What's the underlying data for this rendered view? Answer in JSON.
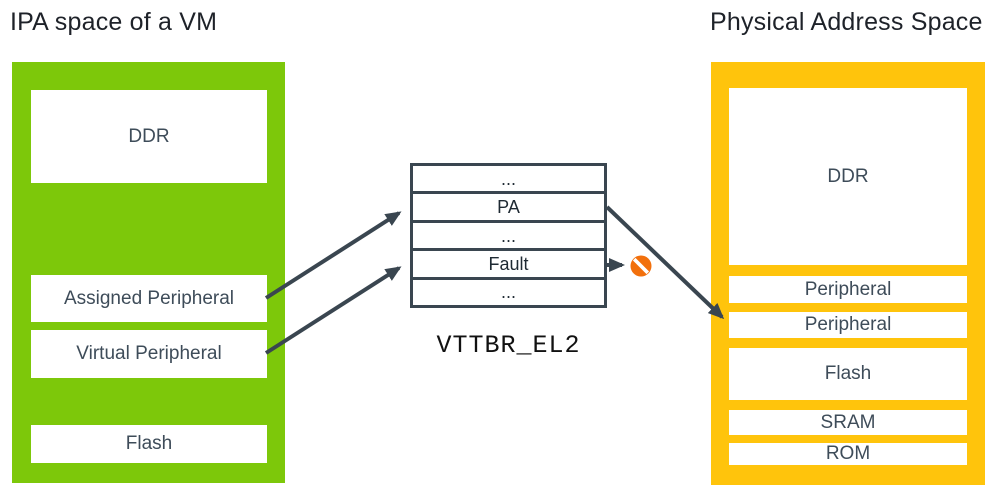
{
  "titles": {
    "left": "IPA space of a VM",
    "right": "Physical Address Space"
  },
  "ipa_column": {
    "boxes": [
      {
        "label": "DDR"
      },
      {
        "label": "Assigned Peripheral"
      },
      {
        "label": "Virtual Peripheral"
      },
      {
        "label": "Flash"
      }
    ]
  },
  "pa_column": {
    "boxes": [
      {
        "label": "DDR"
      },
      {
        "label": "Peripheral"
      },
      {
        "label": "Peripheral"
      },
      {
        "label": "Flash"
      },
      {
        "label": "SRAM"
      },
      {
        "label": "ROM"
      }
    ]
  },
  "translation_table": {
    "rows": [
      "...",
      "PA",
      "...",
      "Fault",
      "..."
    ],
    "label": "VTTBR_EL2"
  },
  "icons": {
    "no_entry": "no-entry-icon"
  },
  "colors": {
    "ipa_column": "#7DC80A",
    "pa_column": "#FFC40C",
    "slate": "#3A4650",
    "label_text": "#3E4C59",
    "title_text": "#1E2229",
    "no_entry": "#F2700C"
  }
}
